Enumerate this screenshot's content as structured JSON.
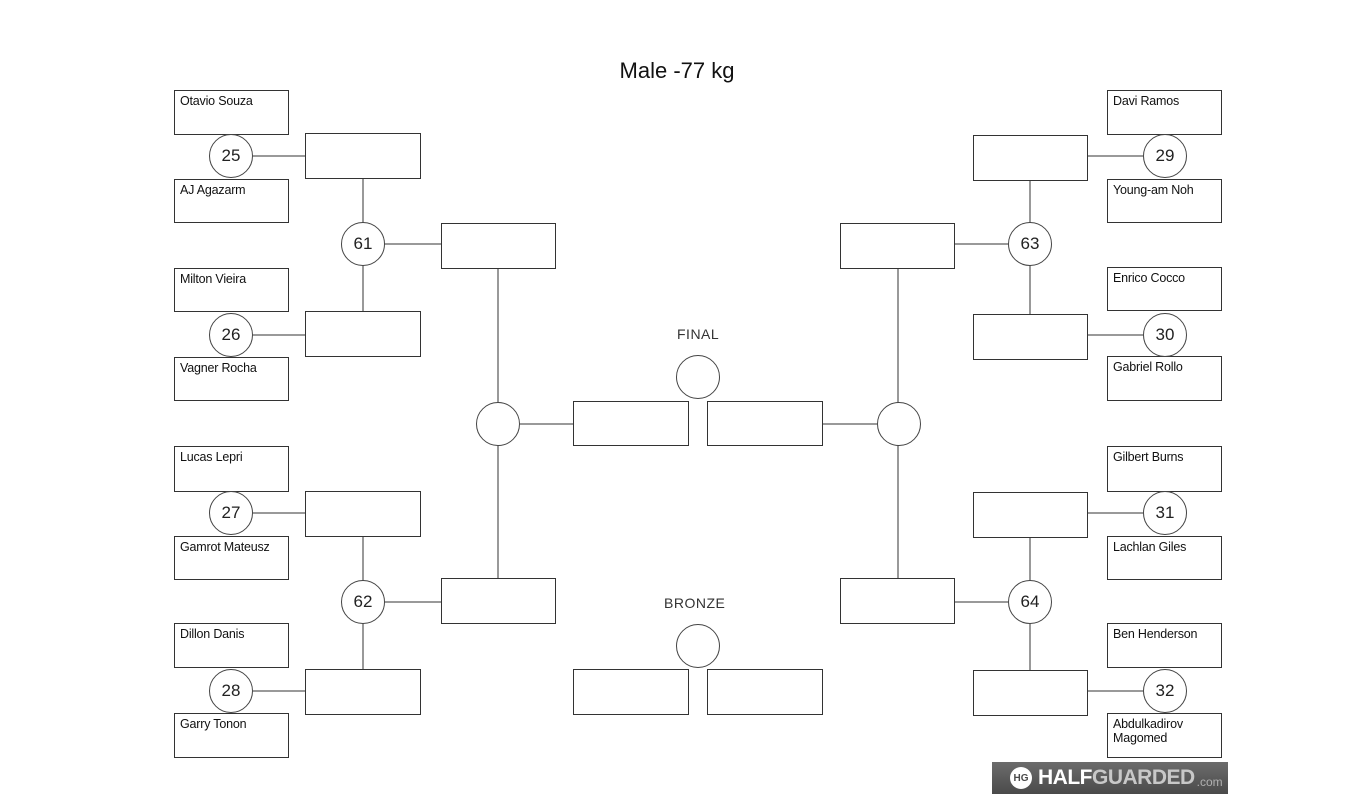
{
  "title": "Male -77 kg",
  "final_label": "FINAL",
  "bronze_label": "BRONZE",
  "competitors": [
    "Otavio Souza",
    "AJ Agazarm",
    "Milton Vieira",
    "Vagner Rocha",
    "Lucas Lepri",
    "Gamrot Mateusz",
    "Dillon Danis",
    "Garry Tonon",
    "Davi Ramos",
    "Young-am Noh",
    "Enrico Cocco",
    "Gabriel Rollo",
    "Gilbert Burns",
    "Lachlan Giles",
    "Ben Henderson",
    "Abdulkadirov Magomed"
  ],
  "match_numbers": [
    "25",
    "26",
    "27",
    "28",
    "29",
    "30",
    "31",
    "32",
    "61",
    "62",
    "63",
    "64"
  ],
  "logo": {
    "badge": "HG",
    "text_a": "HALF",
    "text_b": "GUARDED",
    "text_c": ".com"
  }
}
